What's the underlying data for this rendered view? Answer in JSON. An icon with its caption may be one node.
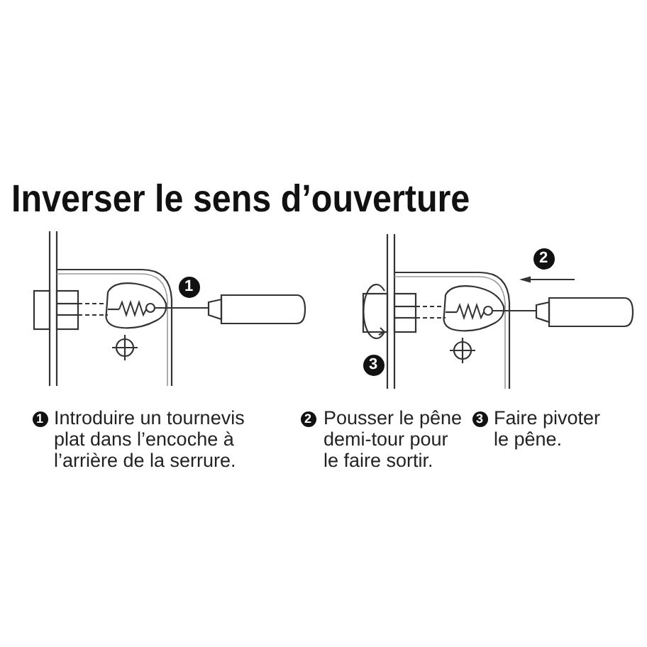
{
  "diagram": {
    "title": "Inverser le sens d’ouverture",
    "labels": [
      "1",
      "2",
      "3",
      "1",
      "Introduire un tournevis plat dans l’encoche à l’arrière de la serrure.",
      "2",
      "Pousser le pêne demi-tour pour le faire sortir.",
      "3",
      "Faire pivoter le pêne."
    ]
  }
}
